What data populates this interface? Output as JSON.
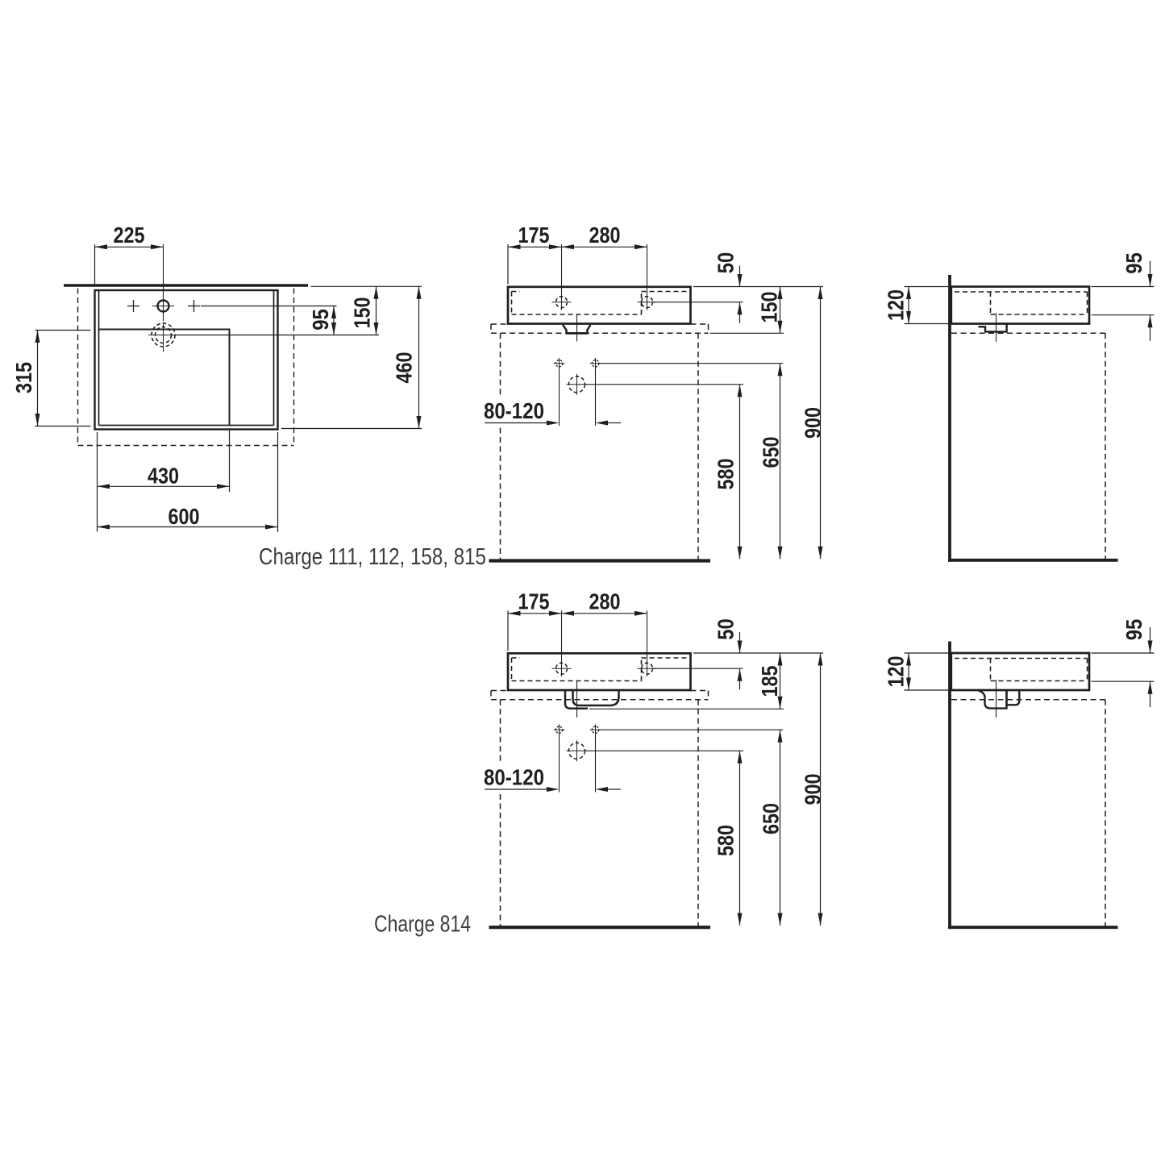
{
  "drawing": {
    "variant_labels": {
      "top": "Charge 111, 112, 158, 815",
      "bottom": "Charge 814"
    },
    "plan": {
      "tap_offset": "225",
      "bowl_depth": "315",
      "tap_to_drain": "95",
      "wall_to_drain": "150",
      "total_depth": "460",
      "bowl_width": "430",
      "total_width": "600"
    },
    "front_top": {
      "tap_from_left": "175",
      "tap_spacing": "280",
      "tap_below_rim": "50",
      "rim_to_shroud": "150",
      "fixing_hole_spacing": "80-120",
      "drain_height": "580",
      "fixing_hole_height": "650",
      "rim_height": "900"
    },
    "side_top": {
      "rear_height": "120",
      "inner_depth": "95"
    },
    "front_bottom": {
      "tap_from_left": "175",
      "tap_spacing": "280",
      "tap_below_rim": "50",
      "rim_to_trap": "185",
      "fixing_hole_spacing": "80-120",
      "drain_height": "580",
      "fixing_hole_height": "650",
      "rim_height": "900"
    },
    "side_bottom": {
      "rear_height": "120",
      "inner_depth": "95"
    }
  }
}
